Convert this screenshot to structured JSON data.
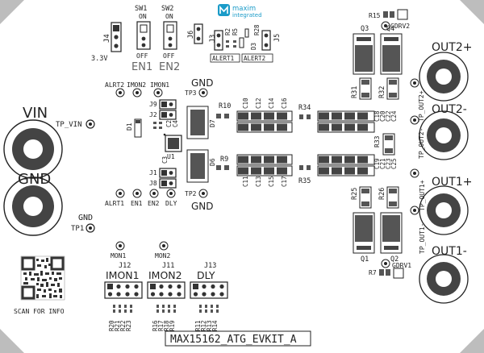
{
  "labels": {
    "vin": "VIN",
    "gnd_left": "GND",
    "tp_vin": "TP_VIN",
    "gnd_tp1": "GND",
    "tp1": "TP1",
    "scan": "SCAN FOR INFO",
    "board_name": "MAX15162_ATG_EVKIT_A",
    "sw1": "SW1",
    "sw2": "SW2",
    "on1": "ON",
    "on2": "ON",
    "off1": "OFF",
    "off2": "OFF",
    "en1_big": "EN1",
    "en2_big": "EN2",
    "j4": "J4",
    "v33": "3.3V",
    "j6": "J6",
    "j3": "J3",
    "r2": "R2",
    "r5": "R5",
    "j5": "J5",
    "d3": "D3",
    "r28": "R28",
    "alert1": "ALERT1",
    "alert2": "ALERT2",
    "brand_line1": "maxim",
    "brand_line2": "integrated",
    "r15": "R15",
    "gdrv2": "GDRV2",
    "q3": "Q3",
    "q4": "Q4",
    "out2p": "OUT2+",
    "out2m": "OUT2-",
    "out1p": "OUT1+",
    "out1m": "OUT1-",
    "alrt2": "ALRT2",
    "imon2": "IMON2",
    "imon1": "IMON1",
    "gnd_tp3": "GND",
    "tp3": "TP3",
    "j9": "J9",
    "j2": "J2",
    "j1": "J1",
    "j8": "J8",
    "r10": "R10",
    "c10": "C10",
    "c12": "C12",
    "c14": "C14",
    "c16": "C16",
    "r34": "R34",
    "r31": "R31",
    "r32": "R32",
    "tp_out2p": "TP_OUT2+",
    "tp_out2m": "TP_OUT2-",
    "c18": "C18",
    "c20": "C20",
    "c22": "C22",
    "c24": "C24",
    "d1": "D1",
    "c2": "C2",
    "c4": "C4",
    "d7": "D7",
    "u1": "U1",
    "c3": "C3",
    "r33": "R33",
    "r9": "R9",
    "d6": "D6",
    "c19": "C19",
    "c21": "C21",
    "c23": "C23",
    "c25": "C25",
    "c11": "C11",
    "c13": "C13",
    "c15": "C15",
    "c17": "C17",
    "r35": "R35",
    "tp_out1p": "TP_OUT1+",
    "tp_out1m": "TP_OUT1-",
    "alrt1": "ALRT1",
    "en1": "EN1",
    "en2": "EN2",
    "dly": "DLY",
    "gnd_tp2": "GND",
    "tp2": "TP2",
    "r25": "R25",
    "r26": "R26",
    "q1": "Q1",
    "q2": "Q2",
    "gdrv1": "GDRV1",
    "r7": "R7",
    "mon1": "MON1",
    "mon2": "MON2",
    "j12": "J12",
    "j11": "J11",
    "j13": "J13",
    "imon1_big": "IMON1",
    "imon2_big": "IMON2",
    "dly_big": "DLY",
    "r20": "R20",
    "r21": "R21",
    "r22": "R22",
    "r23": "R23",
    "r16": "R16",
    "r17": "R17",
    "r18": "R18",
    "r19": "R19",
    "r11": "R11",
    "r12": "R12",
    "r13": "R13",
    "r14": "R14"
  },
  "colors": {
    "silk": "#222222",
    "brand": "#1a9bc8",
    "pad": "#666666",
    "corner": "#bdbdbd"
  }
}
